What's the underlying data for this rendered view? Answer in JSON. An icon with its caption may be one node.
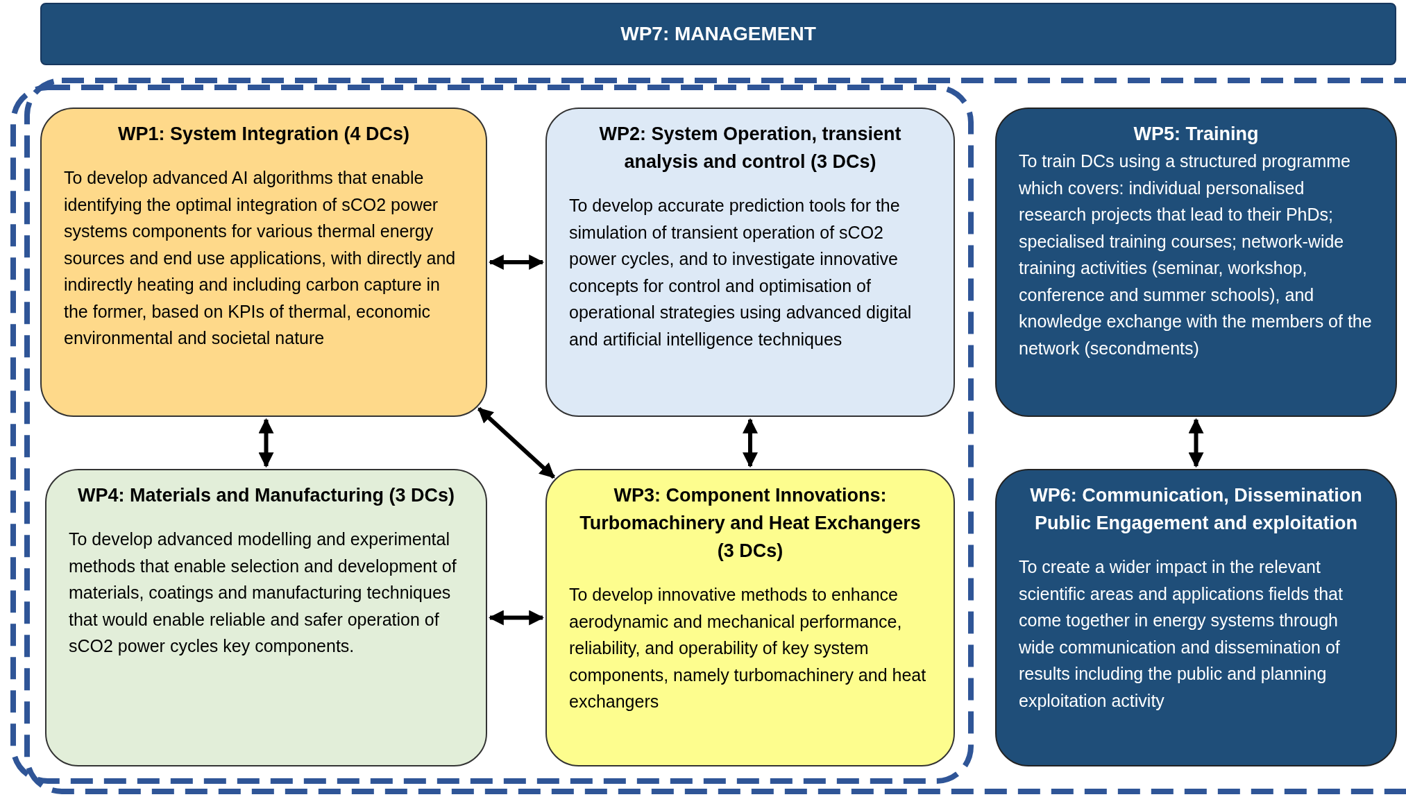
{
  "diagram": {
    "nodes": [
      {
        "text": [
          "WP7: MANAGEMENT"
        ]
      },
      {
        "text": [
          "WP1: System Integration (4 DCs)",
          "To develop advanced AI algorithms that enable identifying the optimal integration of sCO2 power systems components for various thermal energy sources and end use applications, with directly and indirectly heating and including carbon capture in the former, based on KPIs of thermal,  economic environmental and societal nature"
        ]
      },
      {
        "text": [
          "WP2: System Operation, transient analysis and control (3 DCs)",
          "To develop accurate prediction tools for the simulation of transient operation of sCO2 power cycles, and to investigate innovative concepts for control and optimisation of operational strategies using advanced digital and artificial intelligence techniques"
        ]
      },
      {
        "text": [
          "WP5: Training",
          "To train DCs using a structured programme which covers: individual personalised research projects that lead to their PhDs; specialised training courses; network-wide training activities (seminar, workshop, conference and summer schools), and knowledge exchange with the members of the network (secondments)"
        ]
      },
      {
        "text": [
          "WP4: Materials and Manufacturing (3 DCs)",
          "To develop advanced modelling and experimental methods that enable selection and development of materials, coatings and manufacturing techniques that would enable reliable and safer operation of sCO2 power cycles key components."
        ]
      },
      {
        "text": [
          "WP3: Component Innovations: Turbomachinery and Heat Exchangers (3 DCs)",
          "To develop innovative methods to enhance aerodynamic and mechanical performance, reliability, and operability of key system components, namely turbomachinery and heat exchangers"
        ]
      },
      {
        "text": [
          "WP6: Communication, Dissemination Public Engagement and exploitation",
          "To create a wider impact in the relevant scientific areas and applications fields that come together in energy systems through wide communication and dissemination of results including the public and planning exploitation activity"
        ]
      }
    ],
    "edges": [
      {
        "from": 1,
        "to": 2,
        "arrow": "both"
      },
      {
        "from": 1,
        "to": 4,
        "arrow": "both"
      },
      {
        "from": 1,
        "to": 5,
        "arrow": "both"
      },
      {
        "from": 2,
        "to": 5,
        "arrow": "both"
      },
      {
        "from": 4,
        "to": 5,
        "arrow": "both"
      },
      {
        "from": 3,
        "to": 6,
        "arrow": "both"
      }
    ]
  }
}
